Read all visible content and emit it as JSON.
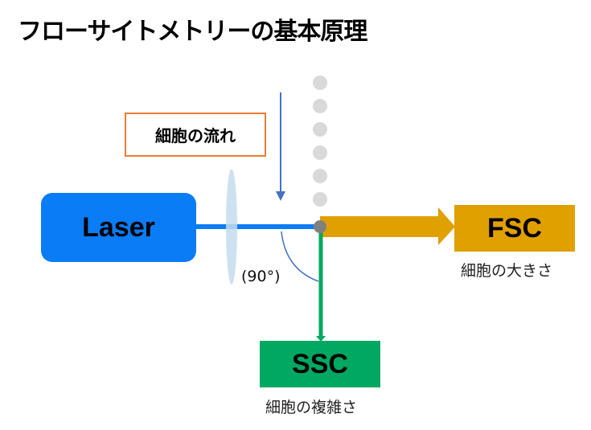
{
  "title": "フローサイトメトリーの基本原理",
  "cell_flow_label": "細胞の流れ",
  "laser": {
    "label": "Laser",
    "color": "#0a7cf5"
  },
  "fsc": {
    "label": "FSC",
    "caption": "細胞の大きさ",
    "color": "#e0a000"
  },
  "ssc": {
    "label": "SSC",
    "caption": "細胞の複雑さ",
    "color": "#00a862"
  },
  "angle_label": "(90°)",
  "colors": {
    "flow_box_border": "#e67e35",
    "flow_arrow": "#4472c4",
    "cell_dots": "#d9d9d9",
    "active_cell": "#808080",
    "lens": "#c5dcee"
  },
  "cell_count_in_stream": 6
}
